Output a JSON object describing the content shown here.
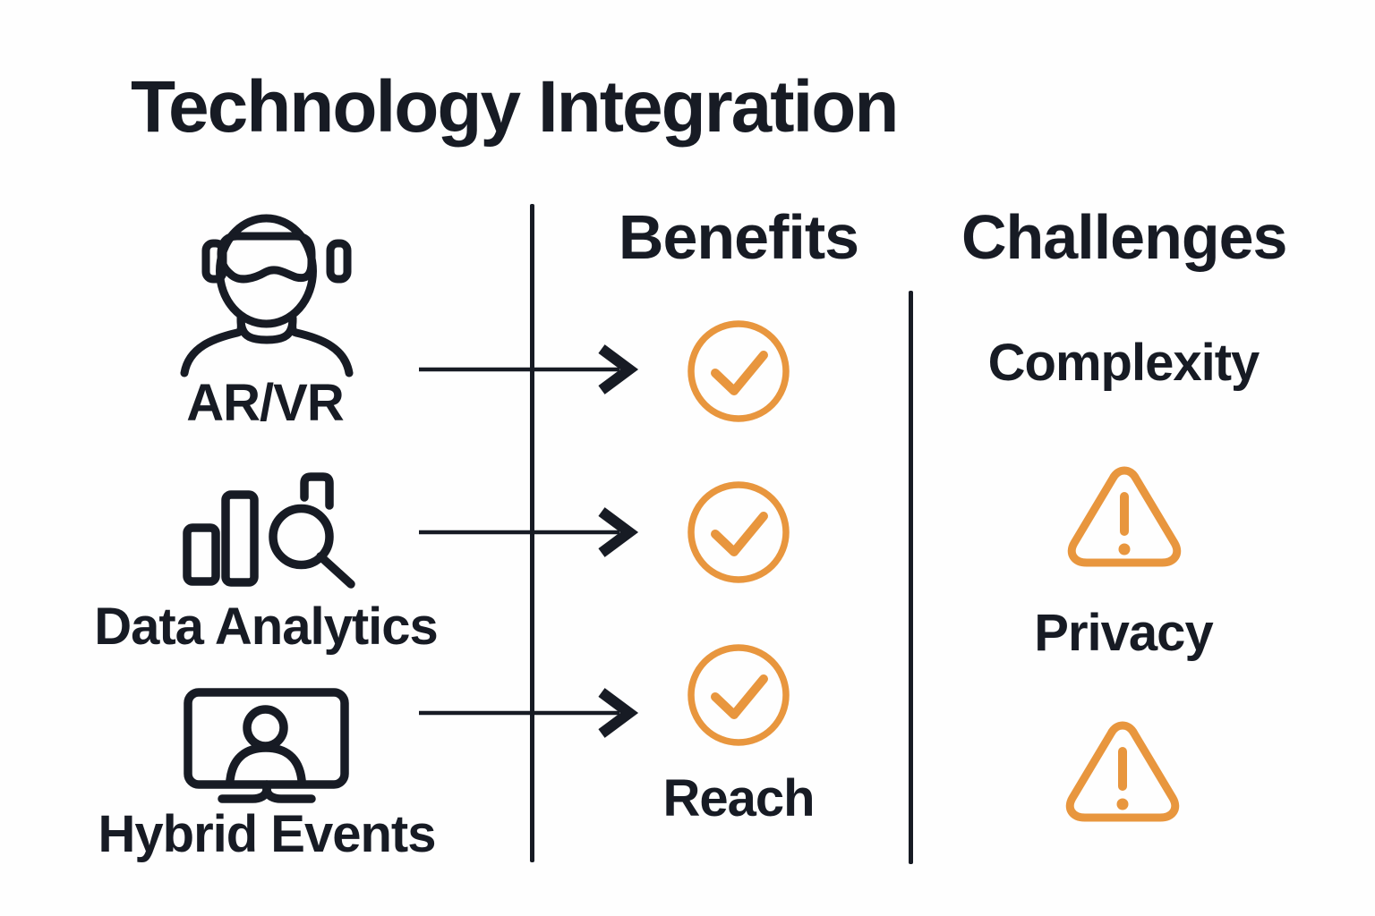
{
  "title": "Technology Integration",
  "colors": {
    "ink": "#171b24",
    "accent": "#e8963e",
    "background": "#fefefe"
  },
  "items": [
    {
      "label": "AR/VR",
      "icon": "vr-headset-user-icon"
    },
    {
      "label": "Data Analytics",
      "icon": "bar-chart-magnifier-icon"
    },
    {
      "label": "Hybrid Events",
      "icon": "monitor-person-icon"
    }
  ],
  "benefits": {
    "header": "Benefits",
    "check_icons": [
      "check-circle-icon",
      "check-circle-icon",
      "check-circle-icon"
    ],
    "caption": "Reach"
  },
  "challenges": {
    "header": "Challenges",
    "labels": [
      "Complexity",
      "Privacy"
    ],
    "warning_icons": [
      "warning-triangle-icon",
      "warning-triangle-icon"
    ]
  }
}
